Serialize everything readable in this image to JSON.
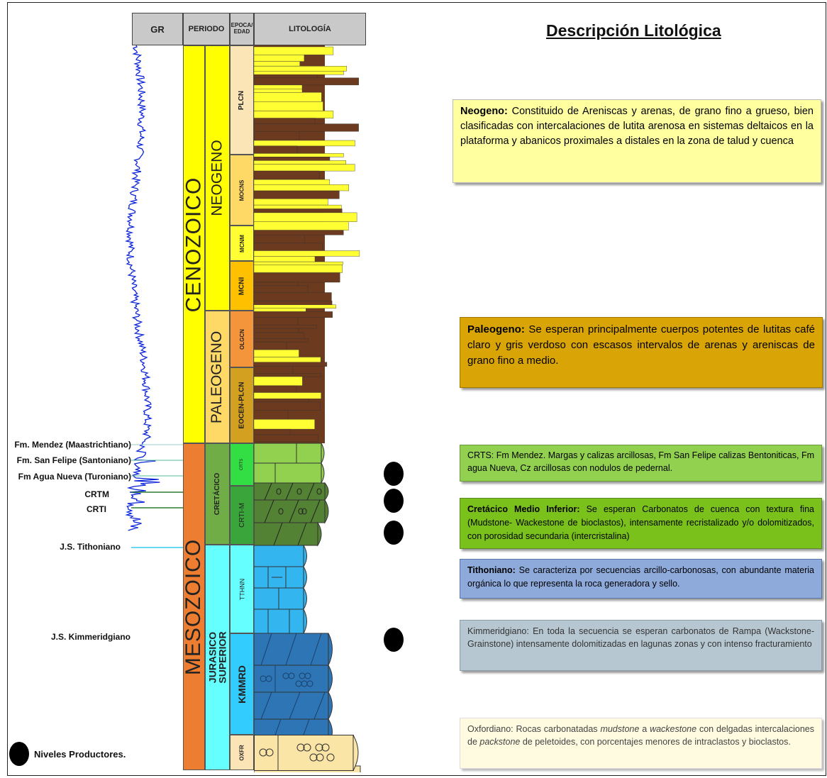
{
  "headers": {
    "gr": "GR",
    "periodo": "PERIODO",
    "epoca": "EPOCA/ EDAD",
    "litologia": "LITOLOGÍA"
  },
  "eras": {
    "cenozoico": "CENOZOICO",
    "mesozoico": "MESOZOICO"
  },
  "periods": {
    "neogeno": "NEOGENO",
    "paleogeno": "PALEOGENO",
    "cretacico": "CRETÁCICO",
    "jurasico": "JURASICO SUPERIOR"
  },
  "epochs": {
    "plcn": "PLCN",
    "mocns": "MOCNS",
    "mcnm": "MCNM",
    "mcni": "MCNI",
    "olgcn": "OLGCN",
    "eocen": "EOCEN-PLCN",
    "crts": "CRTS",
    "crtim": "CRTI-M",
    "tthnn": "TTHNN",
    "kmmrd": "KMMRD",
    "oxfr": "OXFR"
  },
  "formation_labels": [
    "Fm. Mendez (Maastrichtiano)",
    "Fm. San Felipe (Santoniano)",
    "Fm Agua Nueva (Turoniano)",
    "CRTM",
    "CRTI",
    "J.S. Tithoniano",
    "J.S. Kimmeridgiano"
  ],
  "legend": {
    "label": "Niveles Productores."
  },
  "description": {
    "title": "Descripción Litológica",
    "neogeno": {
      "bold": "Neogeno:",
      "text": "  Constituido de Areniscas y arenas, de grano fino a grueso, bien clasificadas con intercalaciones de lutita arenosa en sistemas deltaicos en la plataforma y abanicos proximales a distales en la zona de talud y cuenca"
    },
    "paleogeno": {
      "bold": "Paleogeno:",
      "text": " Se esperan principalmente  cuerpos potentes de lutitas café claro y gris verdoso con escasos intervalos de arenas y areniscas de grano fino a medio."
    },
    "crts": {
      "text": "CRTS: Fm Mendez. Margas y calizas arcillosas, Fm San Felipe calizas Bentoniticas, Fm agua Nueva, Cz arcillosas con nodulos de pedernal."
    },
    "cretacico": {
      "bold": "Cretácico Medio Inferior:",
      "text": " Se esperan Carbonatos de cuenca con textura fina (Mudstone- Wackestone de bioclastos), intensamente recristalizado y/o dolomitizados, con porosidad secundaria (intercristalina)"
    },
    "tithoniano": {
      "bold": "Tithoniano:",
      "text": " Se caracteriza por secuencias arcillo-carbonosas, con abundante materia orgánica lo que representa la roca generadora y sello."
    },
    "kimmeridgiano": {
      "text": "Kimmeridgiano: En toda la secuencia se esperan carbonatos de Rampa (Wackstone-Grainstone) intensamente dolomitizadas  en lagunas zonas y con intenso fracturamiento"
    },
    "oxfordiano": {
      "p1": "Oxfordiano: Rocas carbonatadas ",
      "i1": "mudstone",
      "p2": " a ",
      "i2": "wackestone",
      "p3": " con delgadas intercalaciones de ",
      "i3": "packstone",
      "p4": " de peletoides, con porcentajes menores de intraclastos y bioclastos."
    }
  },
  "colors": {
    "cenozoico": "#ffff00",
    "mesozoico": "#ed7d31",
    "neogeno": "#ffff00",
    "paleogeno": "#ffd966",
    "cretacico": "#70ad47",
    "jurasico": "#66ffff",
    "shale": "#6b3a1f",
    "sand": "#ffff33",
    "limestone": "#92d050",
    "dolomite": "#548235",
    "tithonian": "#33b5f0",
    "kimmeridgian": "#2e75b6",
    "oxfordian": "#fbe5a6",
    "gr": "#0a22d8"
  }
}
